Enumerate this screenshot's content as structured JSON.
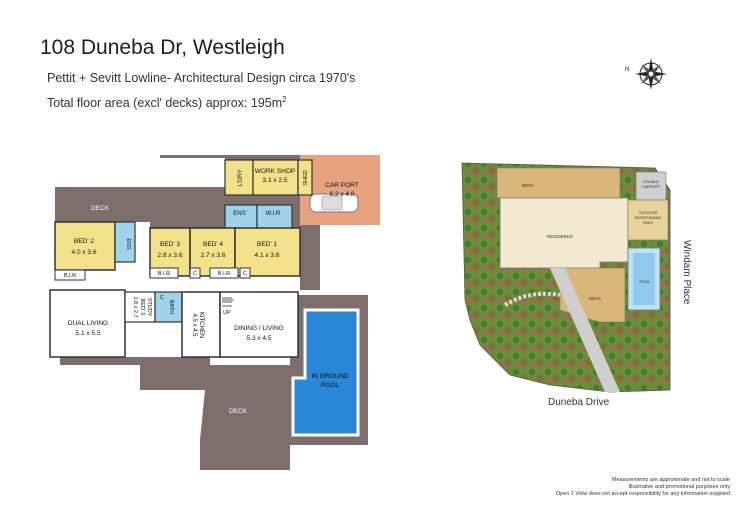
{
  "header": {
    "address": "108 Duneba Dr, Westleigh",
    "design_note": "Pettit + Sevitt Lowline- Architectural Design circa 1970's",
    "area_prefix": "Total floor area (excl' decks) approx: 195m",
    "area_sup": "2"
  },
  "floor_plan": {
    "deck_top": "DECK",
    "deck_bottom": "DECK",
    "laundry": "L'DRY",
    "workshop": {
      "name": "WORK SHOP",
      "dims": "3.1 x 2.5"
    },
    "shed": "SHED",
    "carport": {
      "name": "CAR PORT",
      "dims": "6.2 x 4.8"
    },
    "ensuite_main": "ENS'",
    "wir": "W.I.R",
    "bed2": {
      "name": "BED' 2",
      "dims": "4.0 x 3.6"
    },
    "ensuite_bed2": "ENS",
    "bed3": {
      "name": "BED' 3",
      "dims": "2.8 x 3.6"
    },
    "bed4": {
      "name": "BED' 4",
      "dims": "2.7 x 3.6"
    },
    "bed1": {
      "name": "BED' 1",
      "dims": "4.1 x 3.6"
    },
    "bir_left": "B.I.R",
    "bir_mid_left": "B.I.R",
    "bir_mid_right": "B.I.R",
    "cupboard_left": "C",
    "cupboard_right": "C",
    "cupboard_bath": "C",
    "study": {
      "name": "STUDY",
      "alt": "BED' 5",
      "dims": "1.8 x 2.7"
    },
    "bath": "BATH",
    "up": "UP",
    "kitchen": {
      "name": "KITCHEN",
      "dims": "4.5 x 4.5"
    },
    "dual_living": {
      "name": "DUAL LIVING",
      "dims": "5.1 x 5.5"
    },
    "dining_living": {
      "name": "DINING / LIVING",
      "dims": "5.3 x 4.5"
    },
    "pool": {
      "line1": "IN GROUND",
      "line2": "POOL"
    }
  },
  "site_plan": {
    "deck_top": "DECK",
    "deck_bottom": "DECK",
    "residence": "RESIDENCE",
    "double_carport": {
      "line1": "DOUBLE",
      "line2": "CARPORT"
    },
    "outdoor": {
      "line1": "OUTDOOR",
      "line2": "ENTERTAINING",
      "line3": "AREA"
    },
    "pool": "POOL",
    "street_right": "Windam Place",
    "street_bottom": "Duneba Drive"
  },
  "compass_icon": "north-arrow-compass-icon",
  "disclaimer": {
    "line1": "Measurements are approximate and not to scale",
    "line2": "Illustrative and promotional purposes only",
    "line3": "Open 2 View does not accept responsibility for any information supplied"
  },
  "colors": {
    "bedroom": "#f3e28a",
    "deck": "#7d6d6c",
    "carport": "#e9a27f",
    "pool": "#2a86d6",
    "wet": "#9fd3ea",
    "floor": "#ffffff",
    "grass": "#3e8a2e"
  }
}
